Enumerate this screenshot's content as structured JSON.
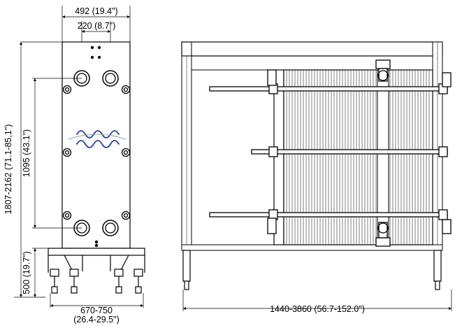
{
  "colors": {
    "line": "#000000",
    "plate_fill": "#ffffff",
    "logo_blue": "#2a3f8f",
    "logo_grey": "#9aa0a8"
  },
  "front_view": {
    "width_overall": "492 (19.4\")",
    "width_ports": "220 (8.7\")",
    "height_total": "1807-2162 (71.1-85,1\")",
    "height_ports": "1095 (43.1\")",
    "height_frame": "500 (19.7\")",
    "footprint_mm": "670-750",
    "footprint_in": "(26.4-29.5\")"
  },
  "side_view": {
    "length": "1440-3860 (56.7-152.0\")"
  },
  "logo": {
    "icon": "alfa-laval-logo-icon"
  }
}
